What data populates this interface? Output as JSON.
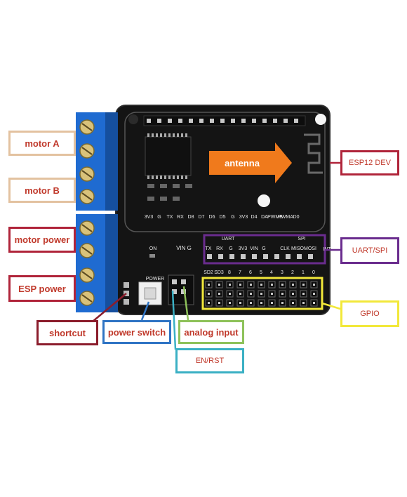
{
  "board": {
    "colors": {
      "pcb": "#141414",
      "pcb_edge": "#2b2b2b",
      "terminal": "#1f6bd1",
      "terminal_dark": "#154f9e",
      "silkscreen": "#e8e8e8",
      "header": "#0d0d0d",
      "arrow": "#f07a1c"
    },
    "antenna_label": "antenna",
    "top_pin_labels": [
      "3V3",
      "G",
      "TX",
      "RX",
      "D8",
      "D7",
      "D6",
      "D5",
      "G",
      "3V3",
      "D4",
      "DA",
      "PWMB",
      "PWMA",
      "D0"
    ],
    "uart_title": "UART",
    "uart_pins": [
      "TX",
      "RX",
      "G",
      "3V3",
      "VIN",
      "G"
    ],
    "spi_title": "SPI",
    "spi_pins": [
      "CLK",
      "MISO",
      "MOSI"
    ],
    "int_label": "INT",
    "gpio_numbers": [
      "SD2",
      "SD3",
      "8",
      "7",
      "6",
      "5",
      "4",
      "3",
      "2",
      "1",
      "0"
    ],
    "power_label": "POWER",
    "on_label": "ON",
    "vin_g_label": "VIN G"
  },
  "callouts": {
    "motor_a": "motor A",
    "motor_b": "motor B",
    "motor_power": "motor power",
    "esp_power": "ESP power",
    "shortcut": "shortcut",
    "power_switch": "power switch",
    "analog_input": "analog input",
    "en_rst": "EN/RST",
    "esp12_dev": "ESP12 DEV",
    "uart_spi": "UART/SPI",
    "gpio": "GPIO"
  },
  "callout_colors": {
    "motor": "#e3c2a0",
    "power": "#b0243a",
    "shortcut": "#8b1d2c",
    "power_switch": "#2f74c4",
    "analog_input": "#8ec25a",
    "en_rst": "#3ab0c4",
    "esp12_dev": "#b0243a",
    "uart_spi": "#6a2c8e",
    "gpio": "#f2e83a"
  }
}
